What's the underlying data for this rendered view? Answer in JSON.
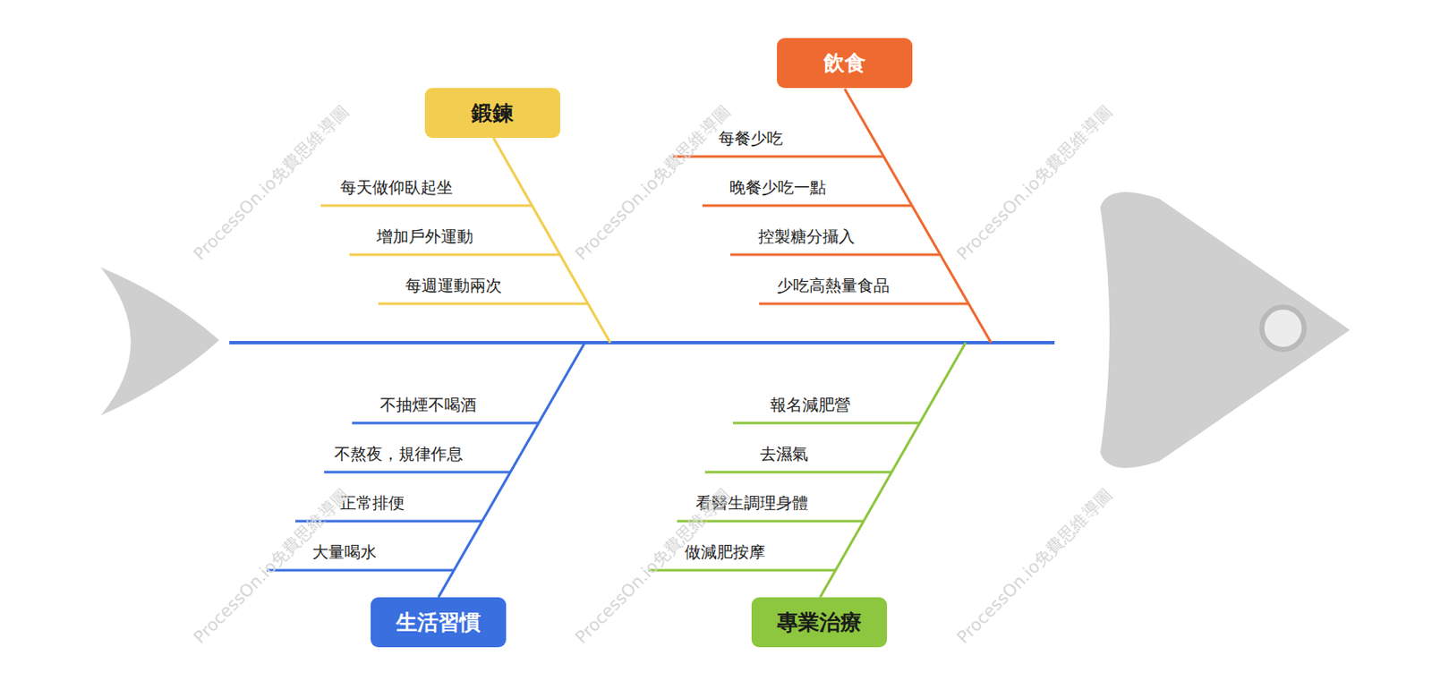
{
  "diagram": {
    "nodes": [
      {
        "text": [
          "鍛鍊"
        ]
      },
      {
        "text": [
          "飲食"
        ]
      },
      {
        "text": [
          "生活習慣"
        ]
      },
      {
        "text": [
          "專業治療"
        ]
      }
    ],
    "edges": [],
    "labels": [
      "每天做仰臥起坐",
      "增加戶外運動",
      "每週運動兩次",
      "每餐少吃",
      "晚餐少吃一點",
      "控製糖分攝入",
      "少吃高熱量食品",
      "不抽煙不喝酒",
      "不熬夜，規律作息",
      "正常排便",
      "大量喝水",
      "報名減肥營",
      "去濕氣",
      "看醫生調理身體",
      "做減肥按摩",
      "ProcessOn.io免費思維導圖",
      "ProcessOn.io免費思維導圖",
      "ProcessOn.io免費思維導圖",
      "ProcessOn.io免費思維導圖",
      "ProcessOn.io免費思維導圖",
      "ProcessOn.io免費思維導圖"
    ]
  }
}
